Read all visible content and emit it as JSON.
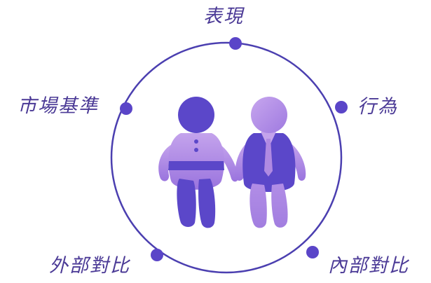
{
  "diagram": {
    "labels": {
      "top": "表現",
      "upper_left": "市場基準",
      "upper_right": "行為",
      "lower_left": "外部對比",
      "lower_right": "內部對比"
    }
  },
  "colors": {
    "circle": "#4b3fb0",
    "dot": "#5a45c8",
    "text": "#4b3a96",
    "figure_dark": "#5b47c9",
    "figure_light": "#b08ae2",
    "figure_mid": "#8a68d6"
  }
}
